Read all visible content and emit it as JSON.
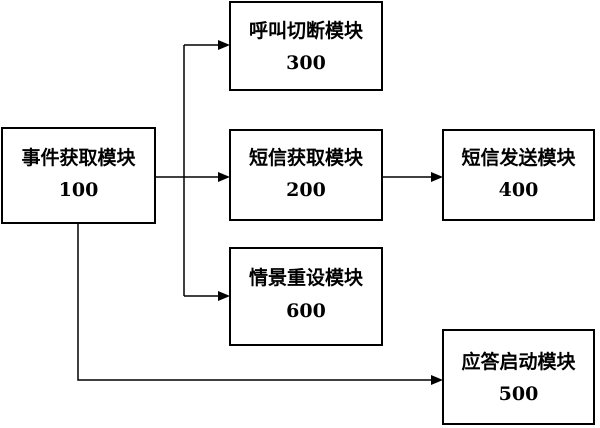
{
  "modules": {
    "event_acquisition": {
      "name": "事件获取模块",
      "code": "100"
    },
    "sms_acquisition": {
      "name": "短信获取模块",
      "code": "200"
    },
    "call_cutoff": {
      "name": "呼叫切断模块",
      "code": "300"
    },
    "sms_sending": {
      "name": "短信发送模块",
      "code": "400"
    },
    "answer_start": {
      "name": "应答启动模块",
      "code": "500"
    },
    "scenario_reset": {
      "name": "情景重设模块",
      "code": "600"
    }
  }
}
